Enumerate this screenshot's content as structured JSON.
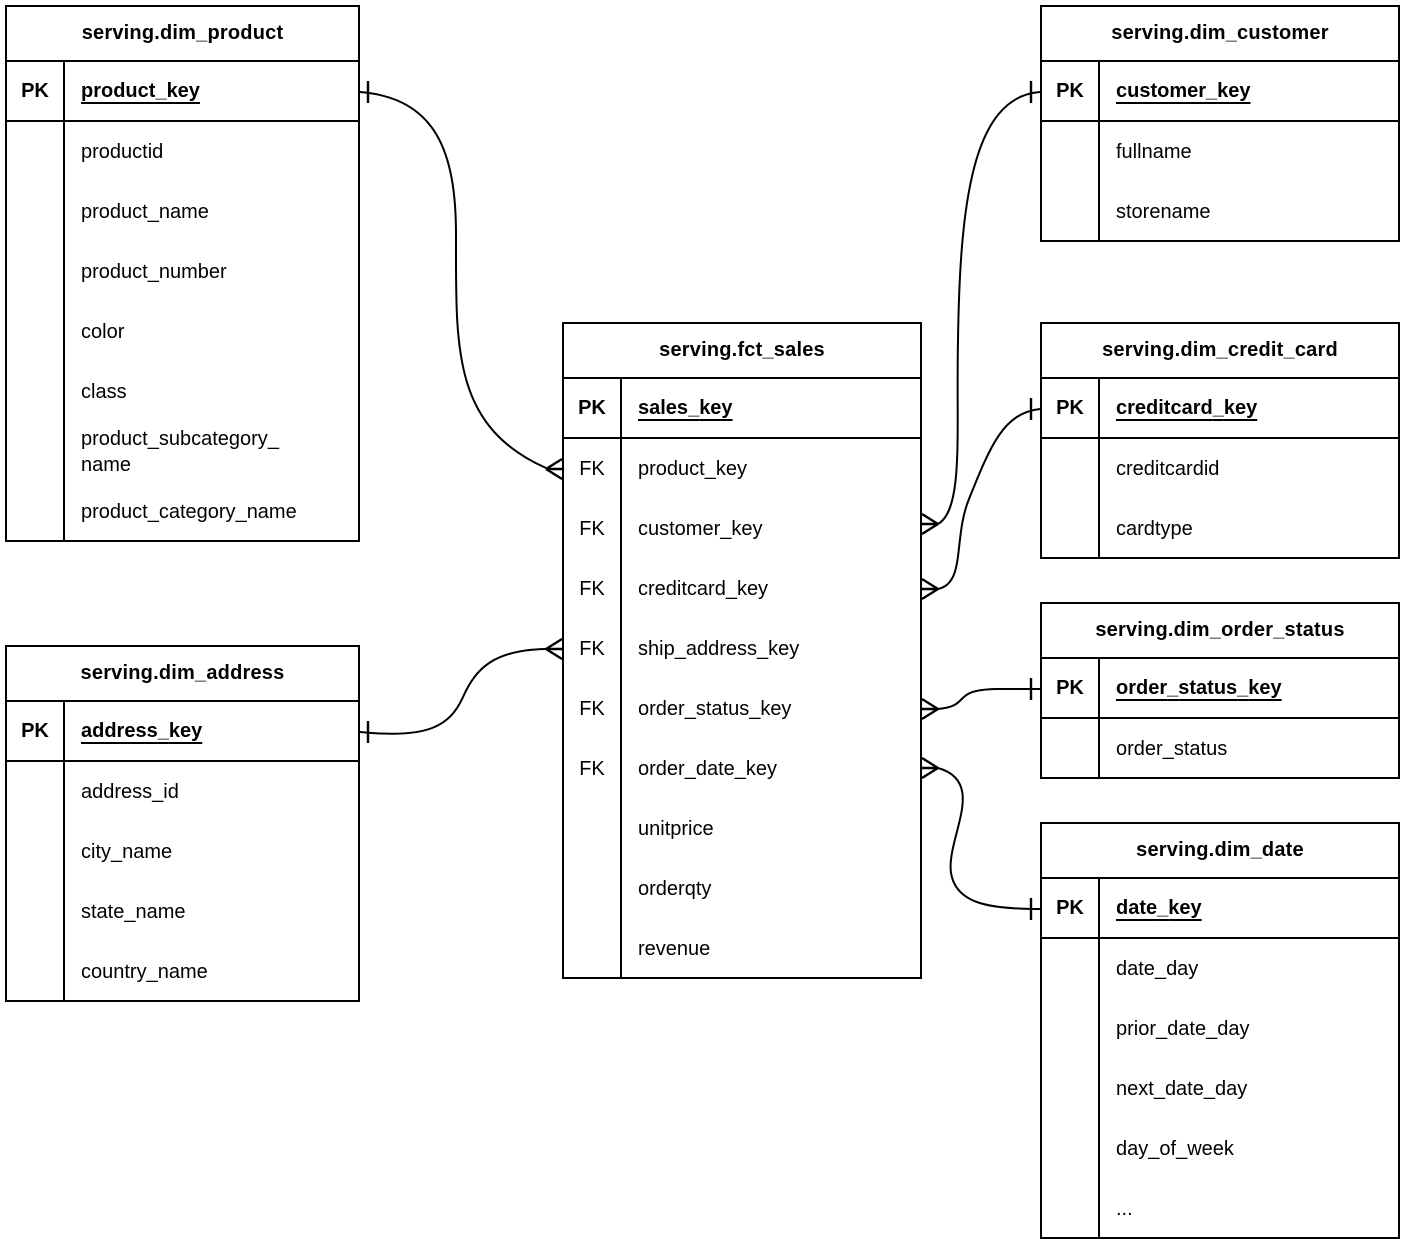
{
  "diagram": {
    "background_color": "#ffffff",
    "line_color": "#000000",
    "tables": [
      {
        "id": "dim_product",
        "title": "serving.dim_product",
        "rows": [
          {
            "tag": "PK",
            "field": "product_key"
          },
          {
            "tag": "",
            "field": "productid"
          },
          {
            "tag": "",
            "field": "product_name"
          },
          {
            "tag": "",
            "field": "product_number"
          },
          {
            "tag": "",
            "field": "color"
          },
          {
            "tag": "",
            "field": "class"
          },
          {
            "tag": "",
            "field": "product_subcategory_name"
          },
          {
            "tag": "",
            "field": "product_category_name"
          }
        ]
      },
      {
        "id": "dim_customer",
        "title": "serving.dim_customer",
        "rows": [
          {
            "tag": "PK",
            "field": "customer_key"
          },
          {
            "tag": "",
            "field": "fullname"
          },
          {
            "tag": "",
            "field": "storename"
          }
        ]
      },
      {
        "id": "fct_sales",
        "title": "serving.fct_sales",
        "rows": [
          {
            "tag": "PK",
            "field": "sales_key"
          },
          {
            "tag": "FK",
            "field": "product_key"
          },
          {
            "tag": "FK",
            "field": "customer_key"
          },
          {
            "tag": "FK",
            "field": "creditcard_key"
          },
          {
            "tag": "FK",
            "field": "ship_address_key"
          },
          {
            "tag": "FK",
            "field": "order_status_key"
          },
          {
            "tag": "FK",
            "field": "order_date_key"
          },
          {
            "tag": "",
            "field": "unitprice"
          },
          {
            "tag": "",
            "field": "orderqty"
          },
          {
            "tag": "",
            "field": "revenue"
          }
        ]
      },
      {
        "id": "dim_credit_card",
        "title": "serving.dim_credit_card",
        "rows": [
          {
            "tag": "PK",
            "field": "creditcard_key"
          },
          {
            "tag": "",
            "field": "creditcardid"
          },
          {
            "tag": "",
            "field": "cardtype"
          }
        ]
      },
      {
        "id": "dim_order_status",
        "title": "serving.dim_order_status",
        "rows": [
          {
            "tag": "PK",
            "field": "order_status_key"
          },
          {
            "tag": "",
            "field": "order_status"
          }
        ]
      },
      {
        "id": "dim_date",
        "title": "serving.dim_date",
        "rows": [
          {
            "tag": "PK",
            "field": "date_key"
          },
          {
            "tag": "",
            "field": "date_day"
          },
          {
            "tag": "",
            "field": "prior_date_day"
          },
          {
            "tag": "",
            "field": "next_date_day"
          },
          {
            "tag": "",
            "field": "day_of_week"
          },
          {
            "tag": "",
            "field": "..."
          }
        ]
      },
      {
        "id": "dim_address",
        "title": "serving.dim_address",
        "rows": [
          {
            "tag": "PK",
            "field": "address_key"
          },
          {
            "tag": "",
            "field": "address_id"
          },
          {
            "tag": "",
            "field": "city_name"
          },
          {
            "tag": "",
            "field": "state_name"
          },
          {
            "tag": "",
            "field": "country_name"
          }
        ]
      }
    ],
    "relationships": [
      {
        "from": "serving.fct_sales.product_key",
        "to": "serving.dim_product.product_key",
        "cardinality": "many-to-one"
      },
      {
        "from": "serving.fct_sales.customer_key",
        "to": "serving.dim_customer.customer_key",
        "cardinality": "many-to-one"
      },
      {
        "from": "serving.fct_sales.creditcard_key",
        "to": "serving.dim_credit_card.creditcard_key",
        "cardinality": "many-to-one"
      },
      {
        "from": "serving.fct_sales.ship_address_key",
        "to": "serving.dim_address.address_key",
        "cardinality": "many-to-one"
      },
      {
        "from": "serving.fct_sales.order_status_key",
        "to": "serving.dim_order_status.order_status_key",
        "cardinality": "many-to-one"
      },
      {
        "from": "serving.fct_sales.order_date_key",
        "to": "serving.dim_date.date_key",
        "cardinality": "many-to-one"
      }
    ]
  }
}
